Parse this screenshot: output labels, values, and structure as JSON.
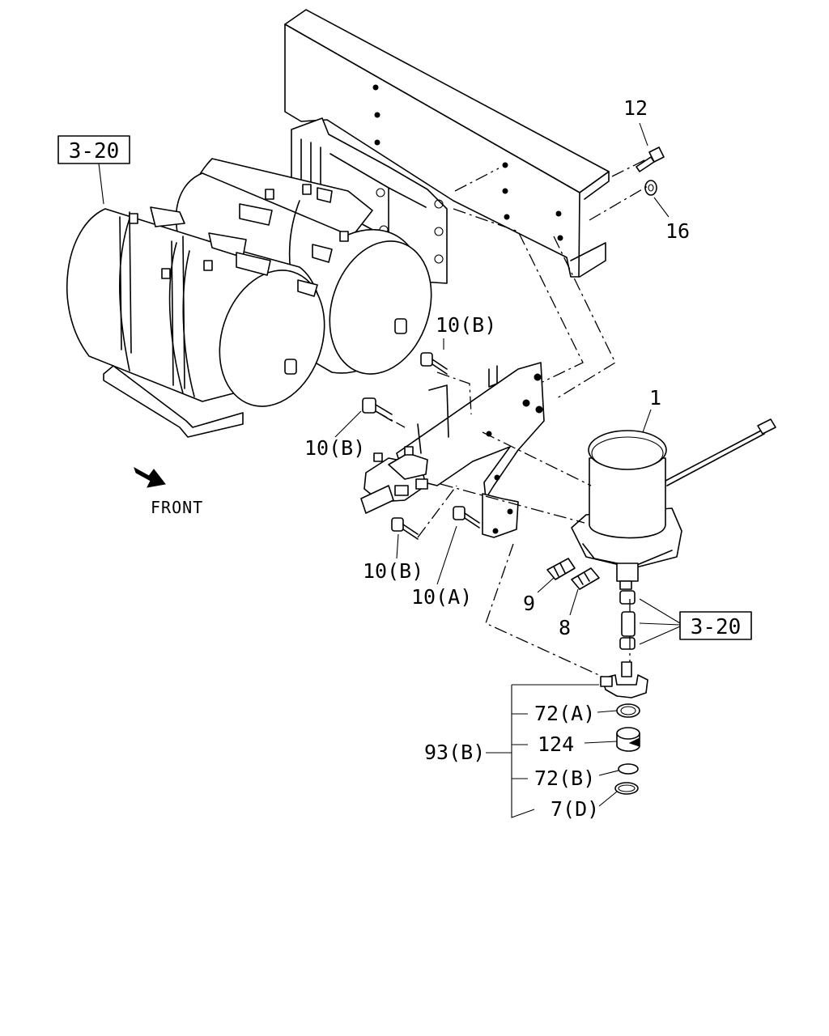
{
  "diagram": {
    "callouts": {
      "ref_top_left": "3-20",
      "ref_right": "3-20",
      "part_1": "1",
      "part_12": "12",
      "part_16": "16",
      "part_10b_top": "10(B)",
      "part_10b_left": "10(B)",
      "part_10b_bottom": "10(B)",
      "part_10a": "10(A)",
      "part_9": "9",
      "part_8": "8",
      "part_72a": "72(A)",
      "part_124": "124",
      "part_93b": "93(B)",
      "part_72b": "72(B)",
      "part_7d": "7(D)"
    },
    "front_label": "FRONT"
  }
}
